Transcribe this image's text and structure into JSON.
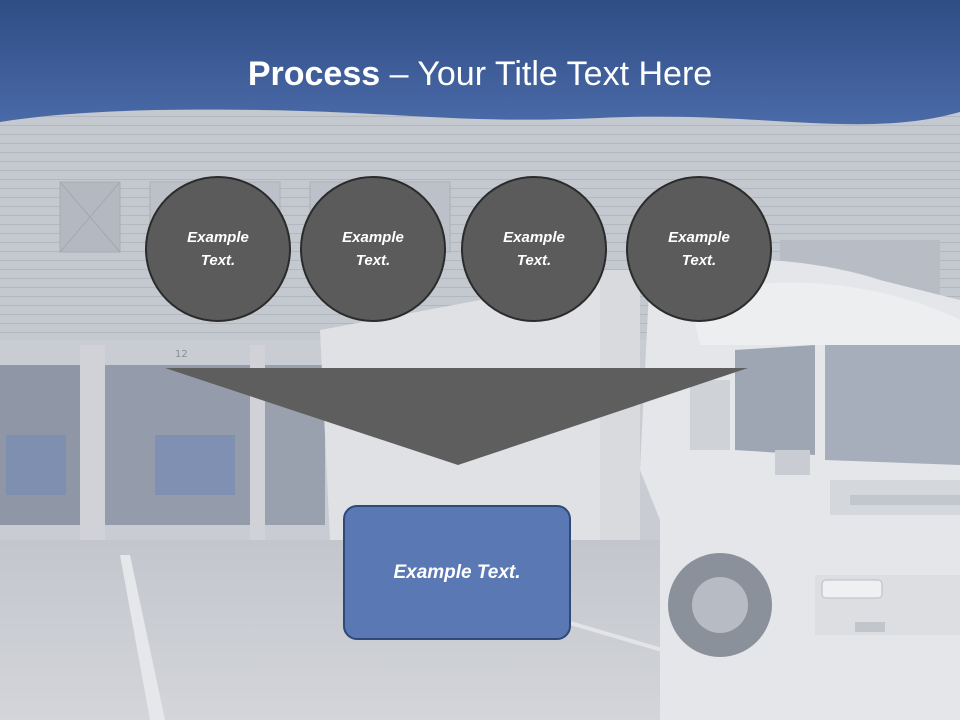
{
  "slide": {
    "title_strong": "Process",
    "title_rest": " – Your Title Text Here"
  },
  "steps": [
    {
      "label": "Example Text."
    },
    {
      "label": "Example Text."
    },
    {
      "label": "Example Text."
    },
    {
      "label": "Example Text."
    }
  ],
  "result": {
    "label": "Example Text."
  },
  "colors": {
    "header_blue": "#3e5f9c",
    "circle_fill": "#5b5b5b",
    "funnel_fill": "#5e5e5e",
    "result_fill": "#5a78b3"
  }
}
